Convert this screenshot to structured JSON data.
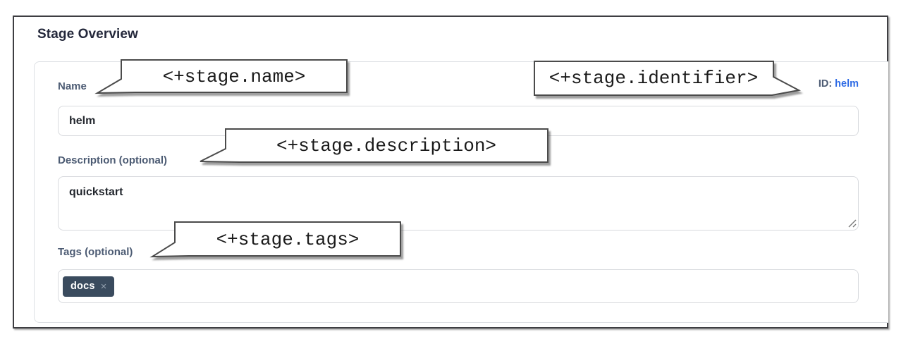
{
  "page": {
    "title": "Stage Overview"
  },
  "form": {
    "name": {
      "label": "Name",
      "value": "helm"
    },
    "identifier": {
      "label": "ID:",
      "value": "helm"
    },
    "description": {
      "label": "Description (optional)",
      "value": "quickstart"
    },
    "tags": {
      "label": "Tags (optional)",
      "items": [
        {
          "text": "docs",
          "remove_glyph": "×"
        }
      ]
    }
  },
  "callouts": {
    "name": {
      "text": "<+stage.name>"
    },
    "identifier": {
      "text": "<+stage.identifier>"
    },
    "description": {
      "text": "<+stage.description>"
    },
    "tags": {
      "text": "<+stage.tags>"
    }
  },
  "colors": {
    "label": "#4c5b73",
    "id_link": "#2e6be5",
    "tag_chip_bg": "#3a4b5e",
    "frame_border": "#3e3e42",
    "input_border": "#d8dade"
  }
}
